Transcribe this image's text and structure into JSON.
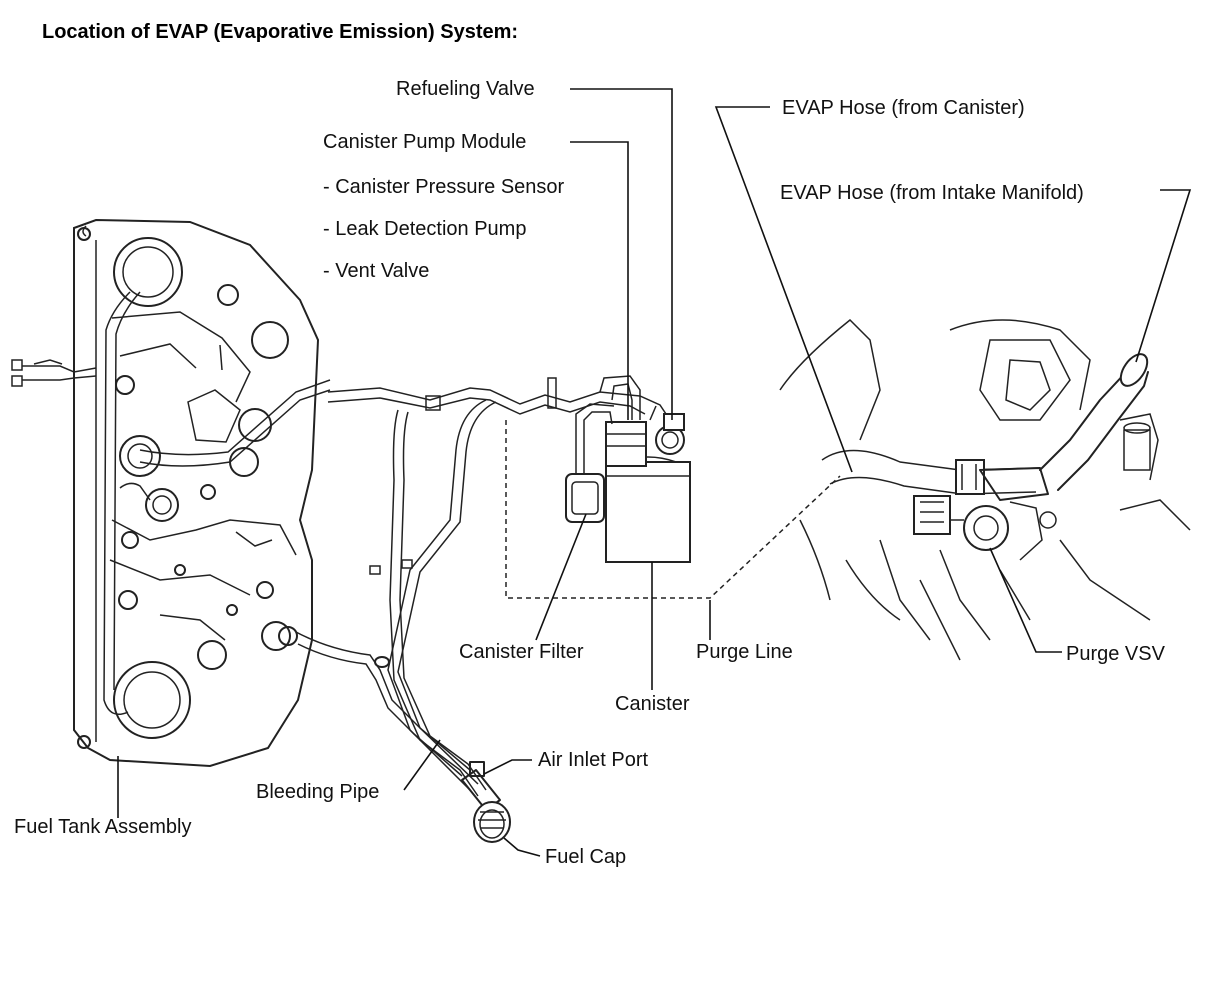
{
  "title": "Location of EVAP (Evaporative Emission) System:",
  "labels": {
    "refueling_valve": "Refueling Valve",
    "canister_pump_module": "Canister Pump Module",
    "canister_pressure_sensor": "- Canister Pressure Sensor",
    "leak_detection_pump": "- Leak Detection Pump",
    "vent_valve": "- Vent Valve",
    "evap_hose_canister": "EVAP Hose (from Canister)",
    "evap_hose_intake": "EVAP Hose (from Intake Manifold)",
    "canister_filter": "Canister Filter",
    "purge_line": "Purge Line",
    "purge_vsv": "Purge VSV",
    "canister": "Canister",
    "air_inlet_port": "Air Inlet Port",
    "bleeding_pipe": "Bleeding Pipe",
    "fuel_tank_assembly": "Fuel Tank Assembly",
    "fuel_cap": "Fuel Cap"
  }
}
